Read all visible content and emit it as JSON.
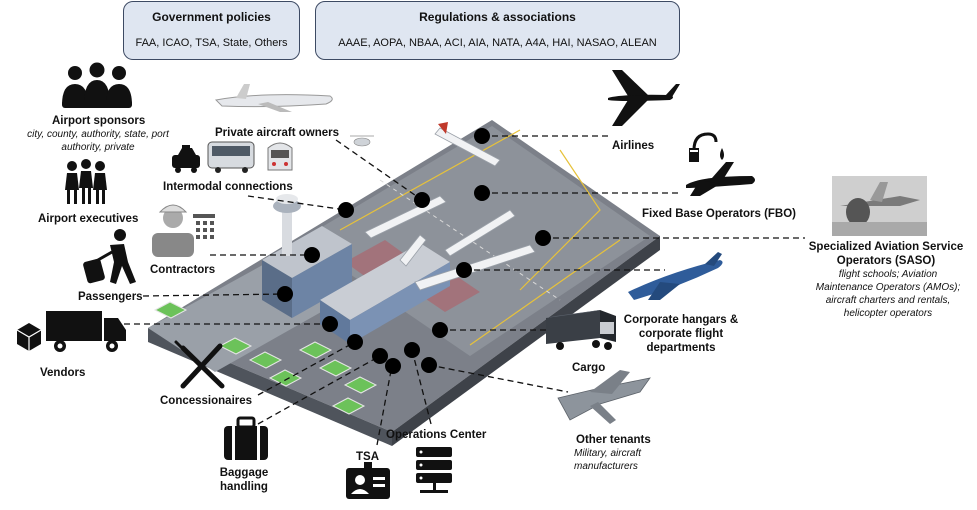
{
  "boxes": {
    "gov": {
      "title": "Government policies",
      "body": "FAA, ICAO, TSA, State, Others"
    },
    "reg": {
      "title": "Regulations & associations",
      "body": "AAAE, AOPA, NBAA, ACI, AIA, NATA, A4A, HAI, NASAO, ALEAN"
    }
  },
  "labels": {
    "sponsors": "Airport sponsors",
    "sponsors_sub": "city, county, authority, state, port authority, private",
    "executives": "Airport executives",
    "contractors": "Contractors",
    "passengers": "Passengers",
    "vendors": "Vendors",
    "concessionaires": "Concessionaires",
    "baggage": "Baggage handling",
    "tsa": "TSA",
    "ops": "Operations Center",
    "private_owners": "Private aircraft owners",
    "intermodal": "Intermodal connections",
    "airlines": "Airlines",
    "fbo": "Fixed Base Operators (FBO)",
    "saso": "Specialized Aviation Service Operators (SASO)",
    "saso_sub": "flight schools; Aviation Maintenance Operators (AMOs); aircraft charters and rentals, helicopter operators",
    "corporate": "Corporate hangars & corporate flight departments",
    "cargo": "Cargo",
    "other": "Other tenants",
    "other_sub": "Military, aircraft manufacturers"
  },
  "icons": [
    "people-group-icon",
    "executives-icon",
    "worker-icon",
    "traveler-icon",
    "truck-icon",
    "cutlery-icon",
    "suitcase-icon",
    "id-badge-icon",
    "server-icon",
    "jet-icon",
    "taxi-icon",
    "bus-icon",
    "train-icon",
    "airplane-icon",
    "fuel-icon",
    "cargo-truck-icon",
    "fighter-jet-icon"
  ],
  "colors": {
    "box_fill": "#dfe6f1",
    "box_border": "#3d4a63",
    "runway": "#5a5f66",
    "grass": "#6cc25a"
  }
}
